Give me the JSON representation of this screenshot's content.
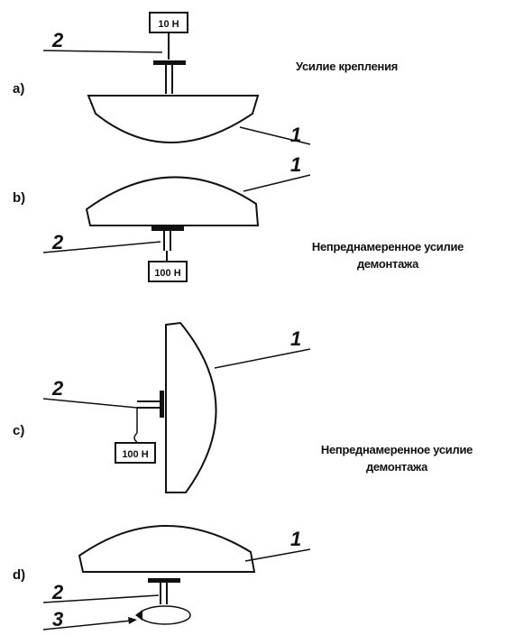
{
  "panels": {
    "a": {
      "letter": "a)",
      "force": "10 H",
      "caption": "Усилие крепления",
      "part_lens": "1",
      "part_holder": "2"
    },
    "b": {
      "letter": "b)",
      "force": "100 H",
      "caption_line1": "Непреднамеренное усилие",
      "caption_line2": "демонтажа",
      "part_lens": "1",
      "part_holder": "2"
    },
    "c": {
      "letter": "c)",
      "force": "100 H",
      "caption_line1": "Непреднамеренное усилие",
      "caption_line2": "демонтажа",
      "part_lens": "1",
      "part_holder": "2"
    },
    "d": {
      "letter": "d)",
      "part_lens": "1",
      "part_holder": "2",
      "part_rotation": "3"
    }
  }
}
